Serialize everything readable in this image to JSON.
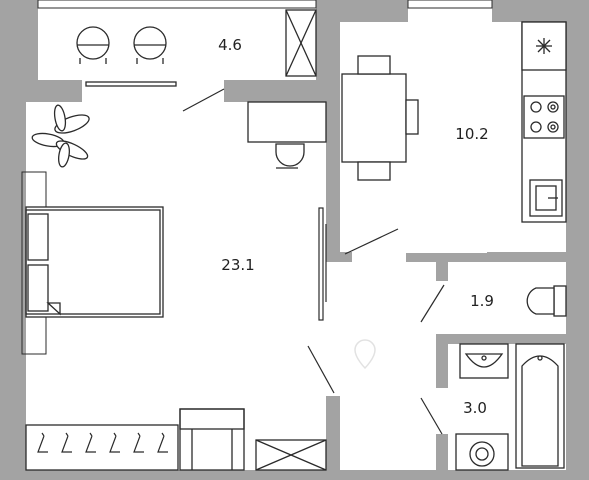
{
  "rooms": {
    "balcony": {
      "area": "4.6"
    },
    "kitchen": {
      "area": "10.2"
    },
    "living_room": {
      "area": "23.1"
    },
    "toilet": {
      "area": "1.9"
    },
    "bathroom": {
      "area": "3.0"
    }
  },
  "colors": {
    "wall": "#a3a3a3",
    "line": "#2b2b2b",
    "background": "#ffffff",
    "label": "#222222"
  }
}
